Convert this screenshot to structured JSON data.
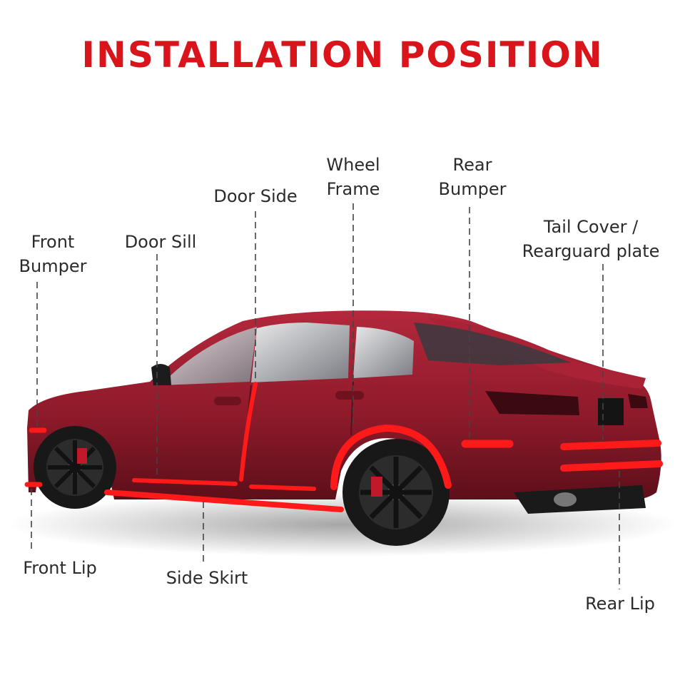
{
  "title": "INSTALLATION POSITION",
  "labels": {
    "front_bumper": "Front\nBumper",
    "door_sill": "Door Sill",
    "door_side": "Door Side",
    "wheel_frame": "Wheel\nFrame",
    "rear_bumper": "Rear\nBumper",
    "tail_cover": "Tail  Cover /\nRearguard plate",
    "front_lip": "Front Lip",
    "side_skirt": "Side Skirt",
    "rear_lip": "Rear Lip"
  },
  "colors": {
    "title": "#d9141b",
    "car_body": "#8e1a2a",
    "trim_strip": "#ff1a1a",
    "leader_line": "#444444"
  }
}
